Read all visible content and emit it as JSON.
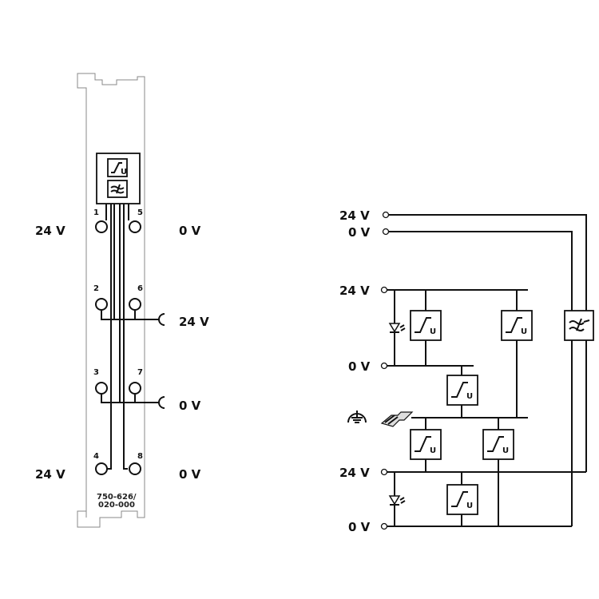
{
  "module": {
    "part_number_line1": "750-626/",
    "part_number_line2": "020-000",
    "terminal_numbers": [
      "1",
      "2",
      "3",
      "4",
      "5",
      "6",
      "7",
      "8"
    ],
    "left_labels": [
      "24 V",
      "24 V"
    ],
    "right_labels": [
      "0 V",
      "24 V",
      "0 V",
      "0 V"
    ],
    "icons": [
      "overvoltage-protection-icon",
      "filter-icon"
    ]
  },
  "schematic": {
    "labels": [
      "24 V",
      "0 V",
      "24 V",
      "0 V",
      "24 V",
      "0 V"
    ],
    "icons": [
      "led-icon",
      "overvoltage-protection-icon",
      "filter-icon",
      "ground-icon",
      "din-rail-icon"
    ],
    "box_letter": "U"
  }
}
